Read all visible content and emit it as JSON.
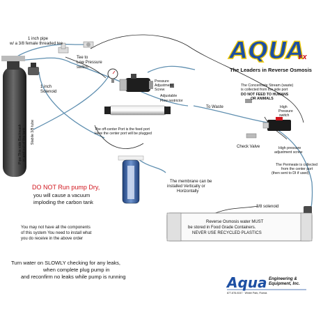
{
  "brand": {
    "logo_text": "AQUA",
    "logo_suffix": "FX",
    "tagline": "The Leaders in Reverse Osmosis",
    "footer_logo": "Aqua",
    "footer_line1": "Engineering &",
    "footer_line2": "Equipment, Inc.",
    "footer_contact": "877-876-9247 · Winter Park, Florida"
  },
  "labels": {
    "pipe_line1": "1 inch pipe",
    "pipe_line2": "w/ a 3/8 female threaded tee",
    "tee_line1": "Tee to",
    "tee_line2": "Low Pressure",
    "tee_line3": "switch",
    "solenoid_line1": "1 inch",
    "solenoid_line2": "Solenoid",
    "adj_screw_line1": "Pressure",
    "adj_screw_line2": "Adjustment",
    "adj_screw_line3": "Screw",
    "restrictor_line1": "Adjustable",
    "restrictor_line2": "Flow restrictor",
    "to_waste": "To Waste",
    "concentrate_line1": "The Concentrate Stream (waste)",
    "concentrate_line2": "is collected from the side port",
    "concentrate_line3": "DO NOT FEED TO HUMANS",
    "concentrate_line4": "OR ANIMALS",
    "hp_switch_line1": "High",
    "hp_switch_line2": "Pressure",
    "hp_switch_line3": "switch",
    "center_port_line1": "The off-center Port is the feed port",
    "center_port_line2": "Here the center port will be plugged",
    "check_valve": "Check Valve",
    "hp_screw_line1": "High pressure",
    "hp_screw_line2": "adjustment screw",
    "permeate_line1": "The Permeate is collected",
    "permeate_line2": "from the center port",
    "permeate_line3": "(then sent to DI if used)",
    "membrane_line1": "The membrane can be",
    "membrane_line2": "installed Vertically or",
    "membrane_line3": "Horizontally",
    "solenoid_38": "3/8 solenoid",
    "tube_38": "Stabile 3/8 tube",
    "carbon_side1": "Pipe This side Backwash",
    "carbon_side2": "in and out of the tank"
  },
  "warnings": {
    "pump_dry": "DO NOT Run pump Dry,",
    "vacuum_line1": "you will cause a vacuum",
    "vacuum_line2": "imploding the carbon tank",
    "components_line1": "You may not have all the components",
    "components_line2": "of this system   You need to install what",
    "components_line3": "you do receive in the above order",
    "turn_on_line1": "Turn water on SLOWLY checking for any leaks,",
    "turn_on_line2": "when complete plug pump in",
    "turn_on_line3": "and reconfirm no leaks while pump is running",
    "ro_line1": "Reverse Osmosis water MUST",
    "ro_line2": "be stored in Food Grade Containers.",
    "ro_line3": "NEVER USE RECYCLED PLASTICS"
  },
  "colors": {
    "tube": "#5f8fb0",
    "wire": "#222222",
    "warning_red": "#d0141c",
    "logo_blue": "#1d4fa3",
    "logo_yellow": "#f0c800"
  }
}
